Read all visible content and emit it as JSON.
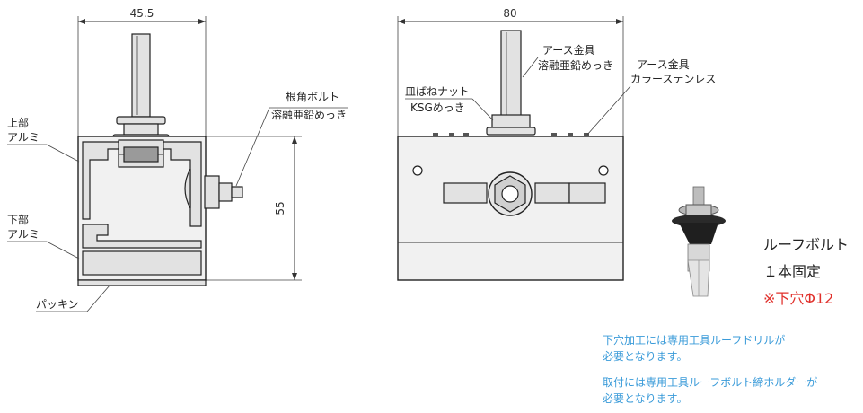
{
  "dimensions": {
    "left_width": "45.5",
    "right_width": "80",
    "height": "55"
  },
  "callouts": {
    "bolt": [
      "根角ボルト",
      "溶融亜鉛めっき"
    ],
    "upper": [
      "上部",
      "アルミ"
    ],
    "lower": [
      "下部",
      "アルミ"
    ],
    "packing": "パッキン",
    "spring_nut": [
      "皿ばねナット",
      "KSGめっき"
    ],
    "earth_zinc": [
      "アース金具",
      "溶融亜鉛めっき"
    ],
    "earth_steel": [
      "アース金具",
      "カラーステンレス"
    ]
  },
  "product": {
    "name": "ルーフボルト",
    "fixing": "１本固定",
    "hole": "※下穴Φ12"
  },
  "notes": {
    "line1": "下穴加工には専用工具ルーフドリルが",
    "line2": "必要となります。",
    "line3": "取付には専用工具ルーフボルト締ホルダーが",
    "line4": "必要となります。"
  },
  "colors": {
    "note": "#3a9bd9",
    "warning": "#e0302b"
  }
}
